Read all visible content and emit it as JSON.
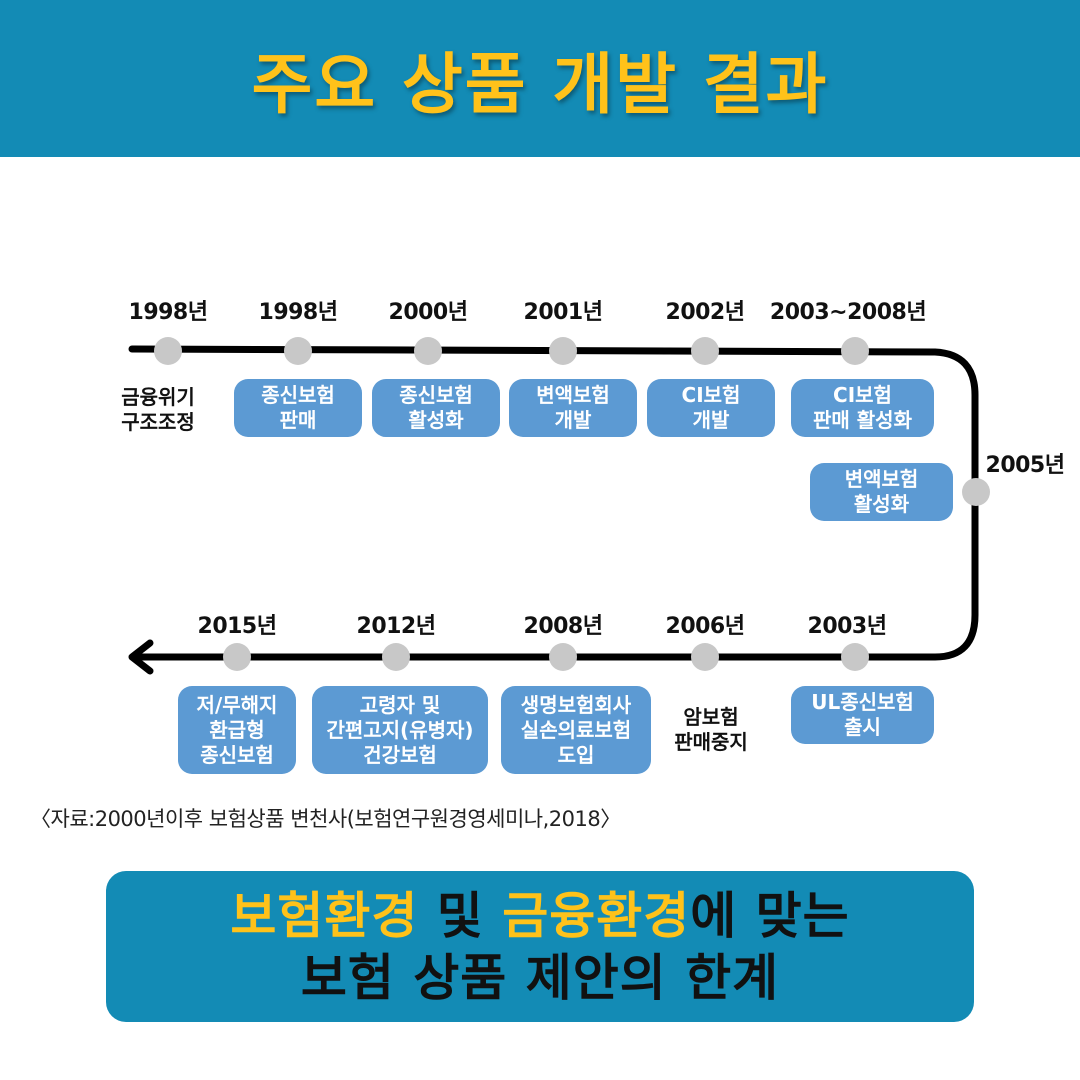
{
  "header": {
    "title": "주요 상품 개발 결과"
  },
  "timeline": {
    "top_row": [
      {
        "year": "1998년",
        "text": "금융위기\n구조조정",
        "style": "plain"
      },
      {
        "year": "1998년",
        "text": "종신보험\n판매",
        "style": "pill"
      },
      {
        "year": "2000년",
        "text": "종신보험\n활성화",
        "style": "pill"
      },
      {
        "year": "2001년",
        "text": "변액보험\n개발",
        "style": "pill"
      },
      {
        "year": "2002년",
        "text": "CI보험\n개발",
        "style": "pill"
      },
      {
        "year": "2003~2008년",
        "text": "CI보험\n판매 활성화",
        "style": "pill"
      }
    ],
    "right_point": {
      "year": "2005년",
      "text": "변액보험\n활성화",
      "style": "pill"
    },
    "bottom_row": [
      {
        "year": "2015년",
        "text": "저/무해지\n환급형\n종신보험",
        "style": "pill"
      },
      {
        "year": "2012년",
        "text": "고령자 및\n간편고지(유병자)\n건강보험",
        "style": "pill"
      },
      {
        "year": "2008년",
        "text": "생명보험회사\n실손의료보험\n도입",
        "style": "pill"
      },
      {
        "year": "2006년",
        "text": "암보험\n판매중지",
        "style": "plain"
      },
      {
        "year": "2003년",
        "text": "UL종신보험\n출시",
        "style": "pill"
      }
    ]
  },
  "source": "〈자료:2000년이후 보험상품 변천사(보험연구원경영세미나,2018〉",
  "banner": {
    "line1": [
      {
        "text": "보험환경",
        "highlight": true
      },
      {
        "text": " 및 ",
        "highlight": false
      },
      {
        "text": "금융환경",
        "highlight": true
      },
      {
        "text": "에 맞는",
        "highlight": false
      }
    ],
    "line2": "보험 상품 제안의 한계"
  },
  "colors": {
    "header_bg": "#138bb5",
    "title_yellow": "#ffc21a",
    "pill_blue": "#5c9ad3",
    "dot_gray": "#c8c8c8",
    "line_black": "#000000"
  }
}
